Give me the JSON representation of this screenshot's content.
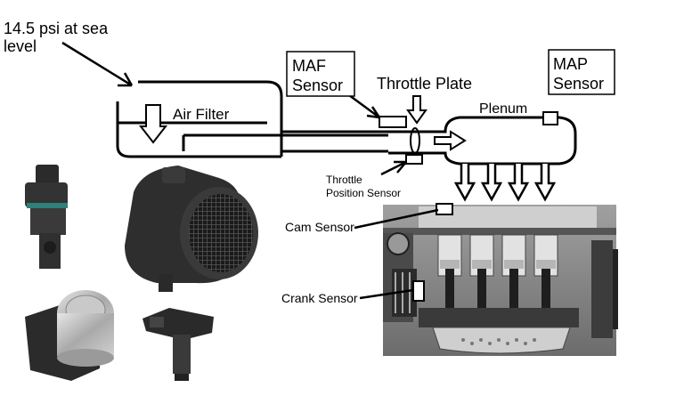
{
  "labels": {
    "atmosphere_line1": "14.5 psi at sea",
    "atmosphere_line2": "level",
    "maf_line1": "MAF",
    "maf_line2": "Sensor",
    "throttle_plate": "Throttle Plate",
    "map_line1": "MAP",
    "map_line2": "Sensor",
    "plenum": "Plenum",
    "air_filter": "Air Filter",
    "tps_line1": "Throttle",
    "tps_line2": "Position Sensor",
    "cam_sensor": "Cam Sensor",
    "crank_sensor": "Crank Sensor"
  },
  "icons": [
    "maf-sensor-photo",
    "engine-cutaway-illustration",
    "inflow-arrow-icon",
    "down-arrow-icon"
  ],
  "colors": {
    "line": "#000000",
    "engine_body": "#8a8a8a",
    "engine_dark": "#2a2a2a",
    "sensor_plastic": "#2b2b2b",
    "sensor_metal": "#b8b8b8"
  }
}
